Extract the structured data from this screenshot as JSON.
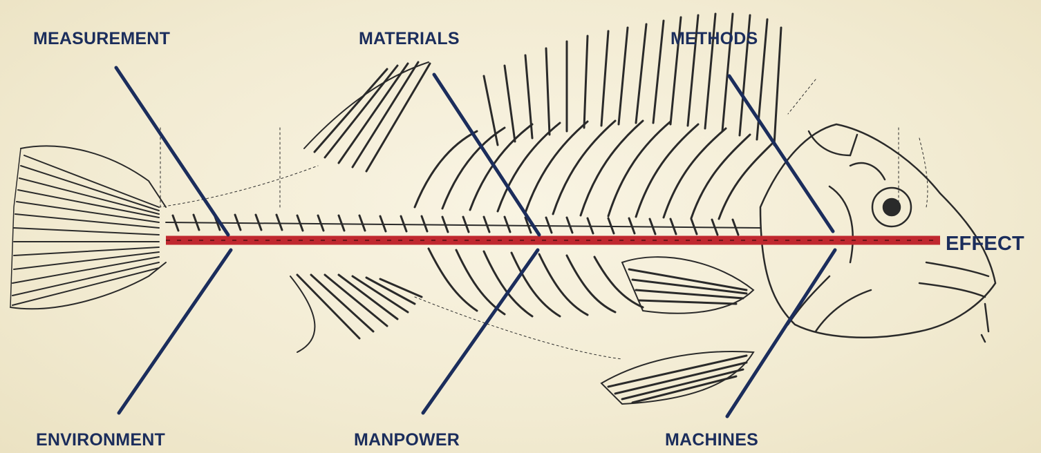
{
  "diagram": {
    "type": "fishbone",
    "effect_label": "EFFECT",
    "categories": {
      "measurement": "MEASUREMENT",
      "materials": "MATERIALS",
      "methods": "METHODS",
      "environment": "ENVIRONMENT",
      "manpower": "MANPOWER",
      "machines": "MACHINES"
    },
    "colors": {
      "background": "#f3ecd4",
      "label_text": "#1b2d5c",
      "bone_lines": "#1b2d5c",
      "spine": "#c0282f",
      "skeleton_ink": "#2a2a2a"
    }
  }
}
